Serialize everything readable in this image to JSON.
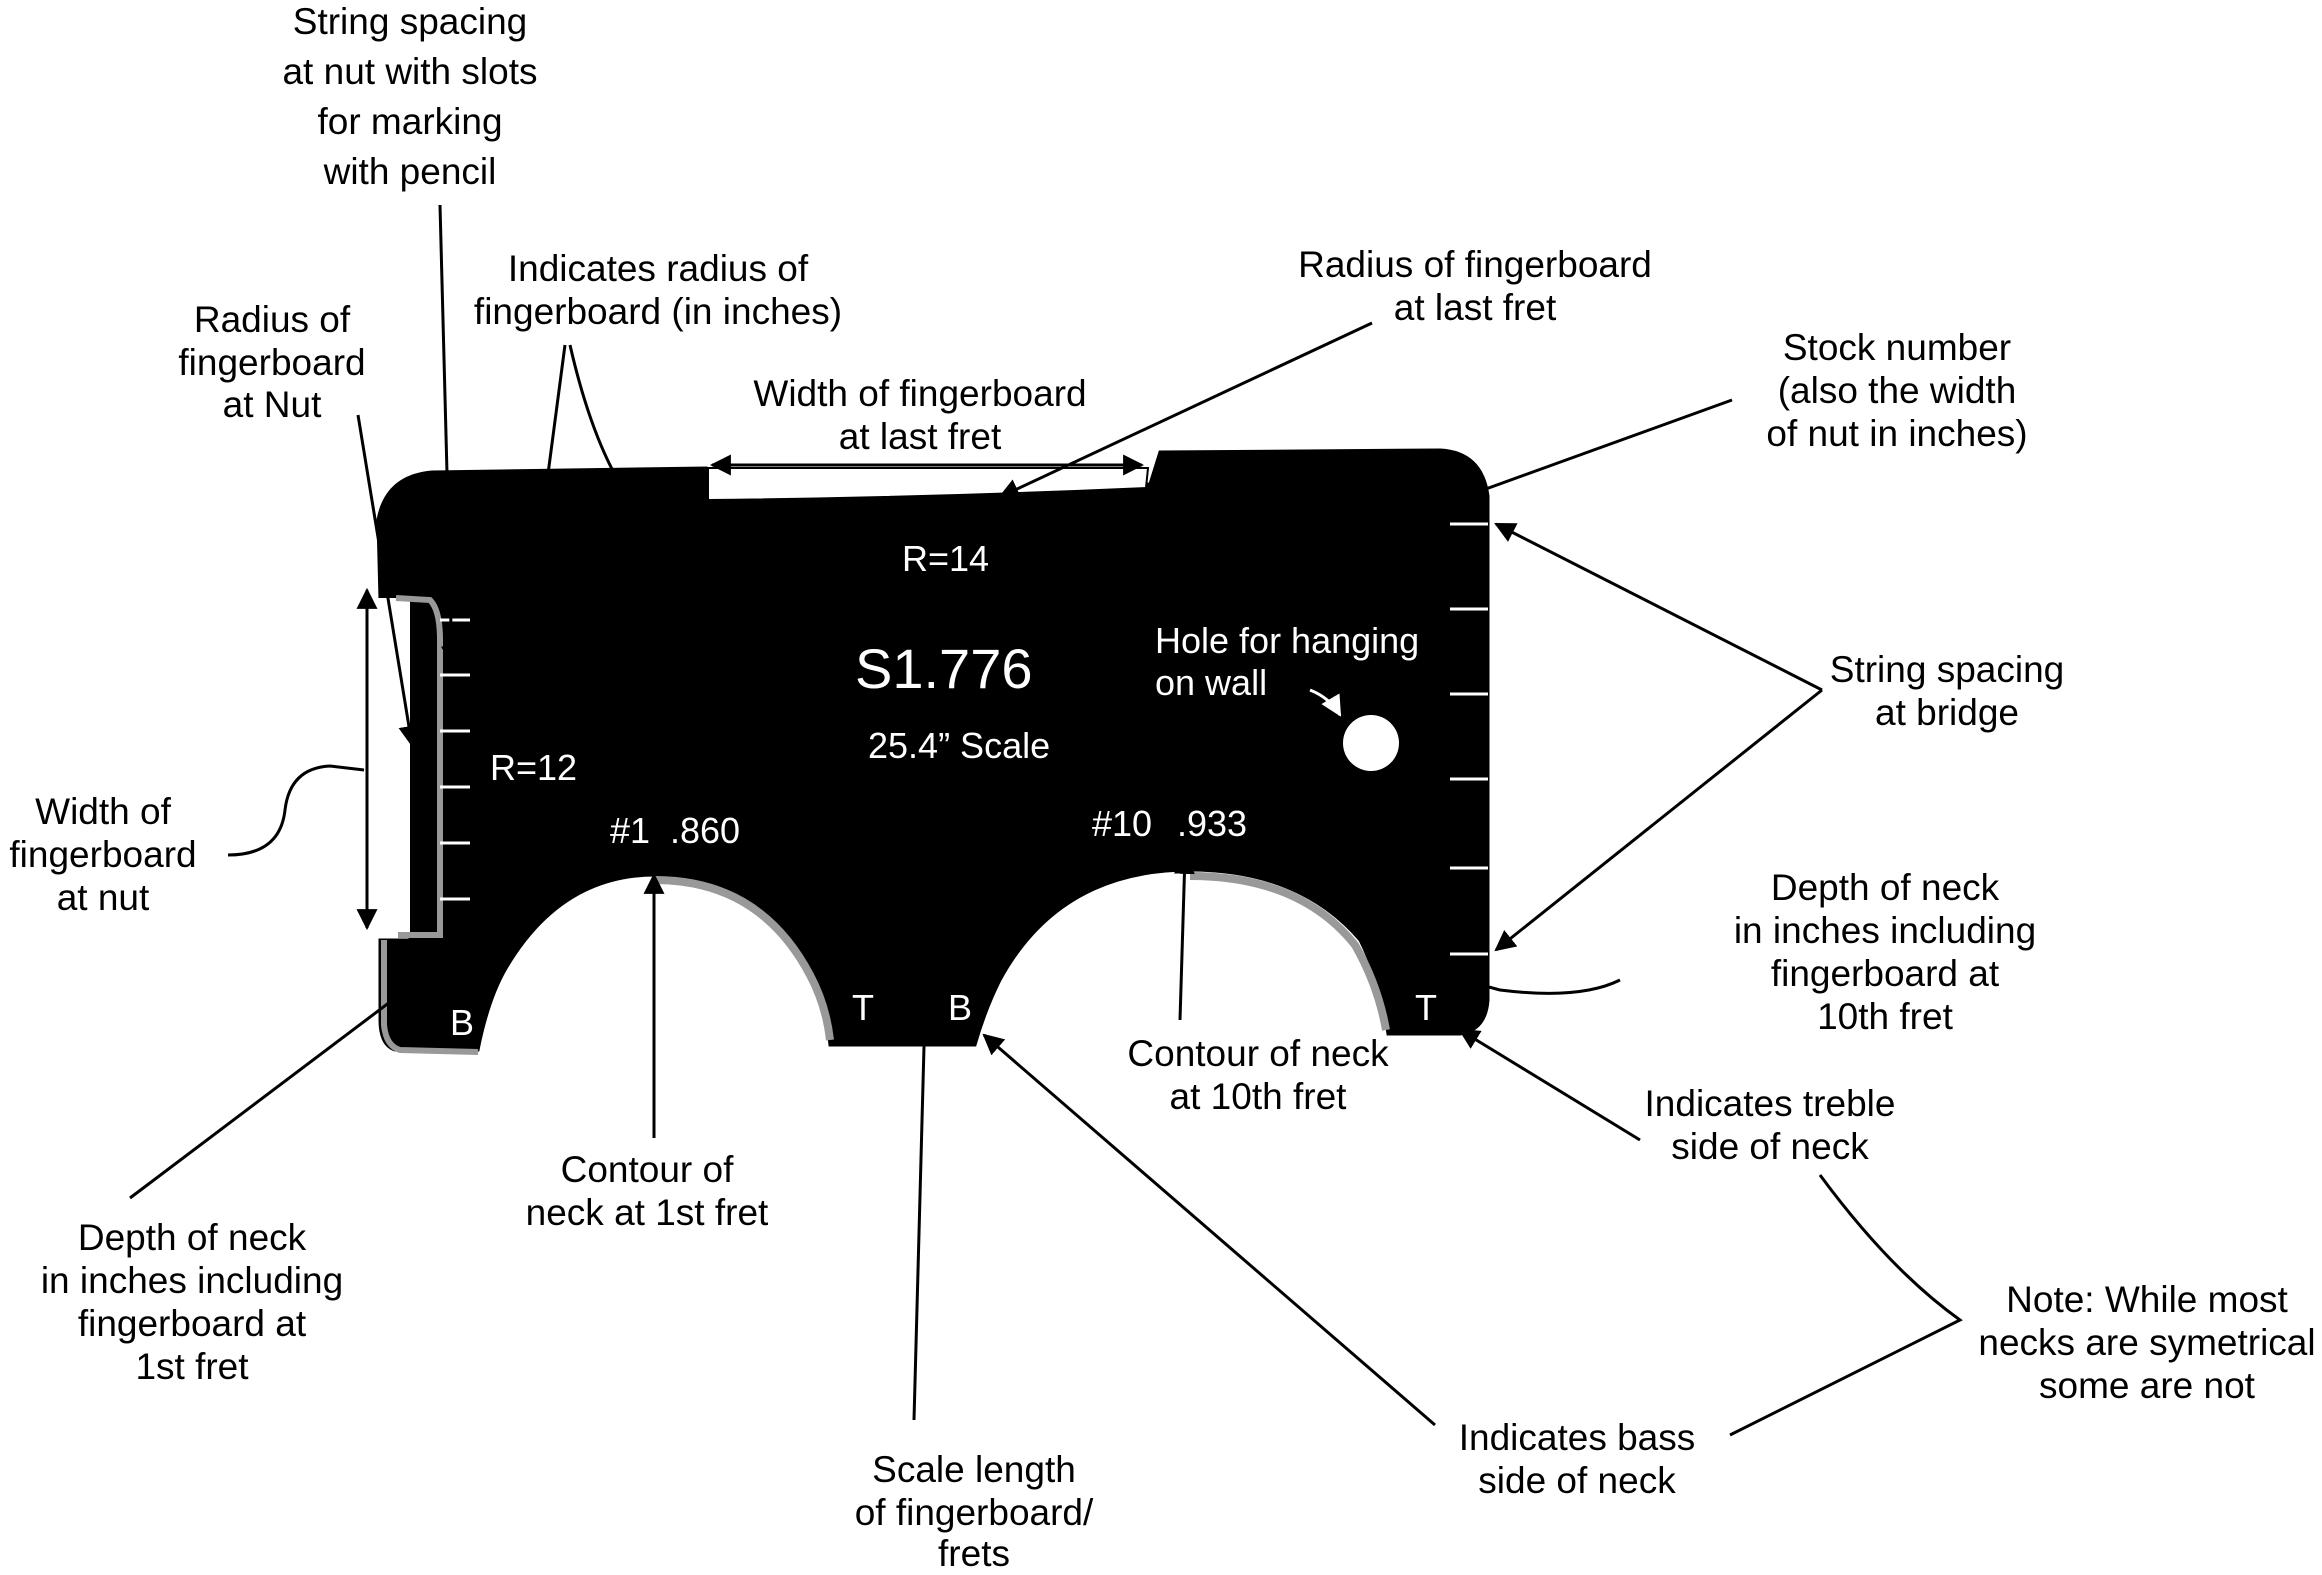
{
  "labels": {
    "string_spacing_nut": [
      "String spacing",
      "at nut with slots",
      "for marking",
      "with pencil"
    ],
    "indicates_radius": [
      "Indicates radius of",
      "fingerboard (in inches)"
    ],
    "radius_last_fret": [
      "Radius of fingerboard",
      "at last fret"
    ],
    "radius_nut": [
      "Radius of",
      "fingerboard",
      "at Nut"
    ],
    "width_last_fret": [
      "Width of fingerboard",
      "at last fret"
    ],
    "stock_number": [
      "Stock number",
      "(also the width",
      "of nut in inches)"
    ],
    "string_spacing_bridge": [
      "String spacing",
      "at bridge"
    ],
    "width_nut": [
      "Width of",
      "fingerboard",
      "at nut"
    ],
    "depth_10th": [
      "Depth of neck",
      "in inches including",
      "fingerboard at",
      "10th fret"
    ],
    "depth_1st": [
      "Depth of neck",
      "in inches including",
      "fingerboard at",
      "1st fret"
    ],
    "contour_10th": [
      "Contour of neck",
      "at 10th fret"
    ],
    "treble_side": [
      "Indicates treble",
      "side of neck"
    ],
    "contour_1st": [
      "Contour of",
      "neck at 1st fret"
    ],
    "note": [
      "Note: While most",
      "necks are symetrical",
      "some are not"
    ],
    "bass_side": [
      "Indicates bass",
      "side of neck"
    ],
    "scale_length": [
      "Scale length",
      "of fingerboard/",
      "frets"
    ]
  },
  "gauge": {
    "radius_top": "R=14",
    "radius_side": "R=12",
    "stock": "S1.776",
    "scale": "25.4” Scale",
    "hole_label": [
      "Hole for hanging",
      "on wall"
    ],
    "fret1_number": "#1",
    "fret1_depth": ".860",
    "fret10_number": "#10",
    "fret10_depth": ".933",
    "bass_mark": "B",
    "treble_mark": "T"
  }
}
